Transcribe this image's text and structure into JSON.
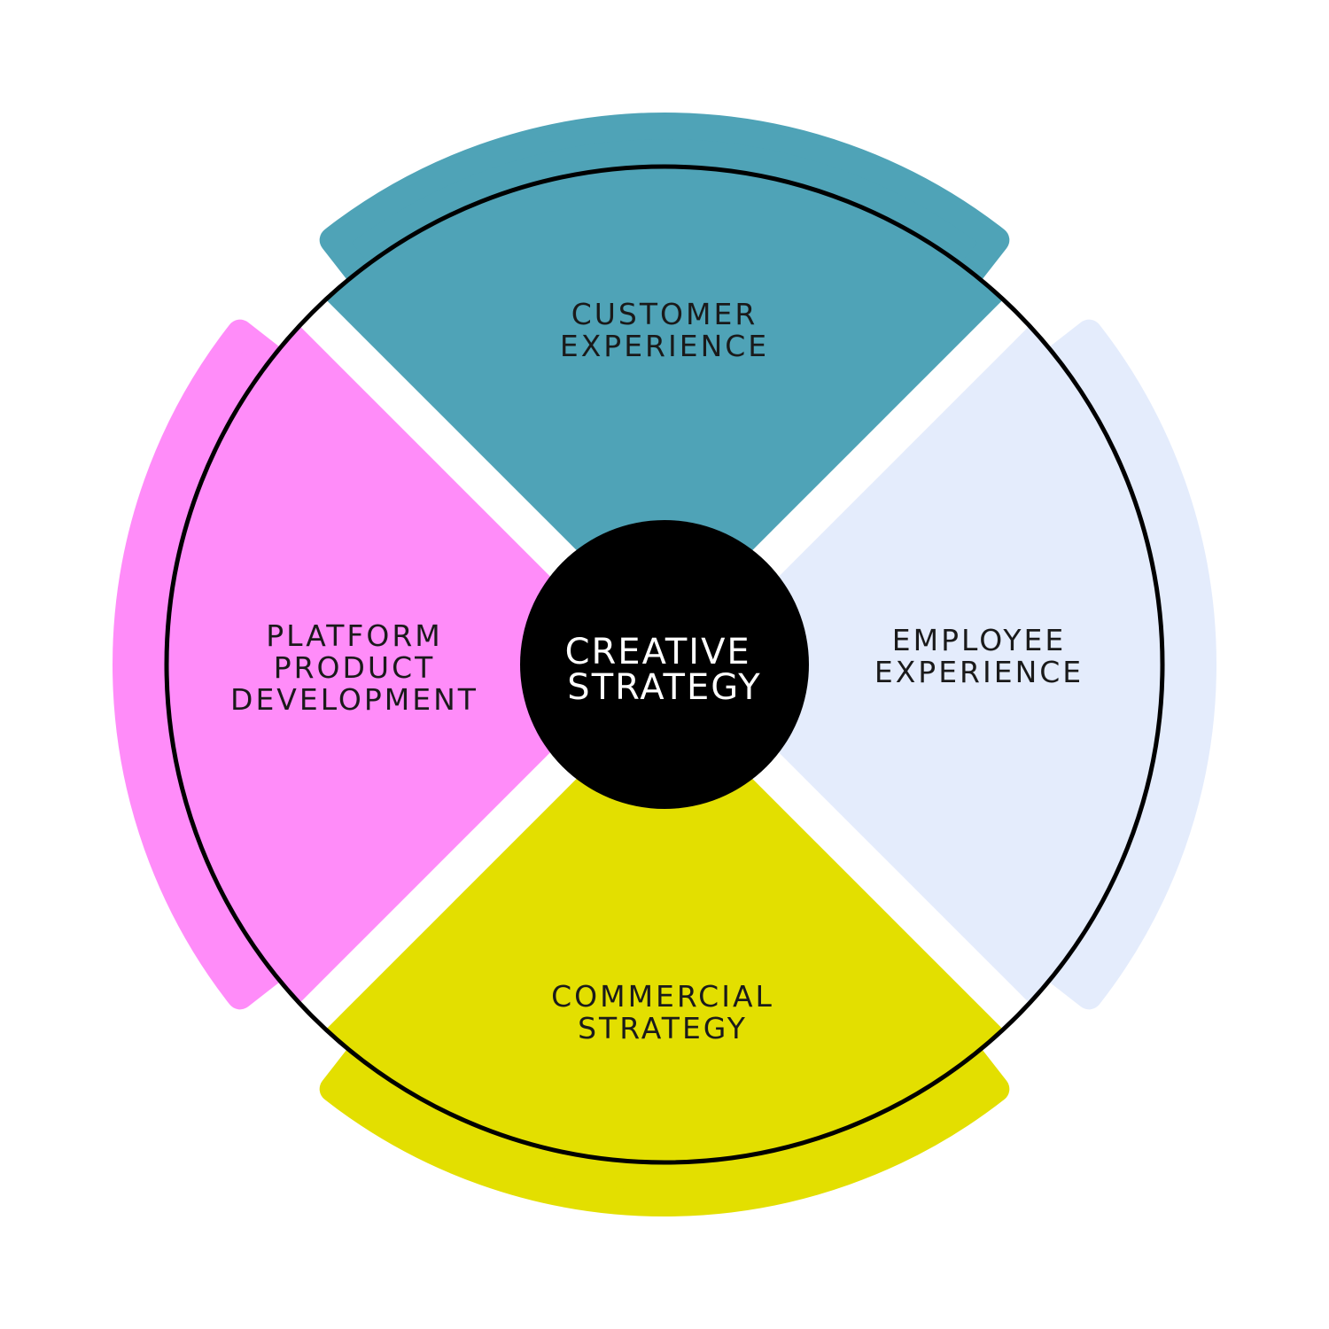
{
  "diagram": {
    "center": {
      "lines": [
        "CREATIVE",
        "STRATEGY"
      ],
      "color": "#000000",
      "text_color": "#ffffff"
    },
    "segments": [
      {
        "id": "customer-experience",
        "lines": [
          "CUSTOMER",
          "EXPERIENCE"
        ],
        "color": "#4fa3b7",
        "position": "top"
      },
      {
        "id": "employee-experience",
        "lines": [
          "EMPLOYEE",
          "EXPERIENCE"
        ],
        "color": "#e4ecfc",
        "position": "right"
      },
      {
        "id": "commercial-strategy",
        "lines": [
          "COMMERCIAL",
          "STRATEGY"
        ],
        "color": "#e3df00",
        "position": "bottom"
      },
      {
        "id": "platform-product-development",
        "lines": [
          "PLATFORM",
          "PRODUCT",
          "DEVELOPMENT"
        ],
        "color": "#ff8cf9",
        "position": "left"
      }
    ],
    "ring_color": "#000000"
  }
}
